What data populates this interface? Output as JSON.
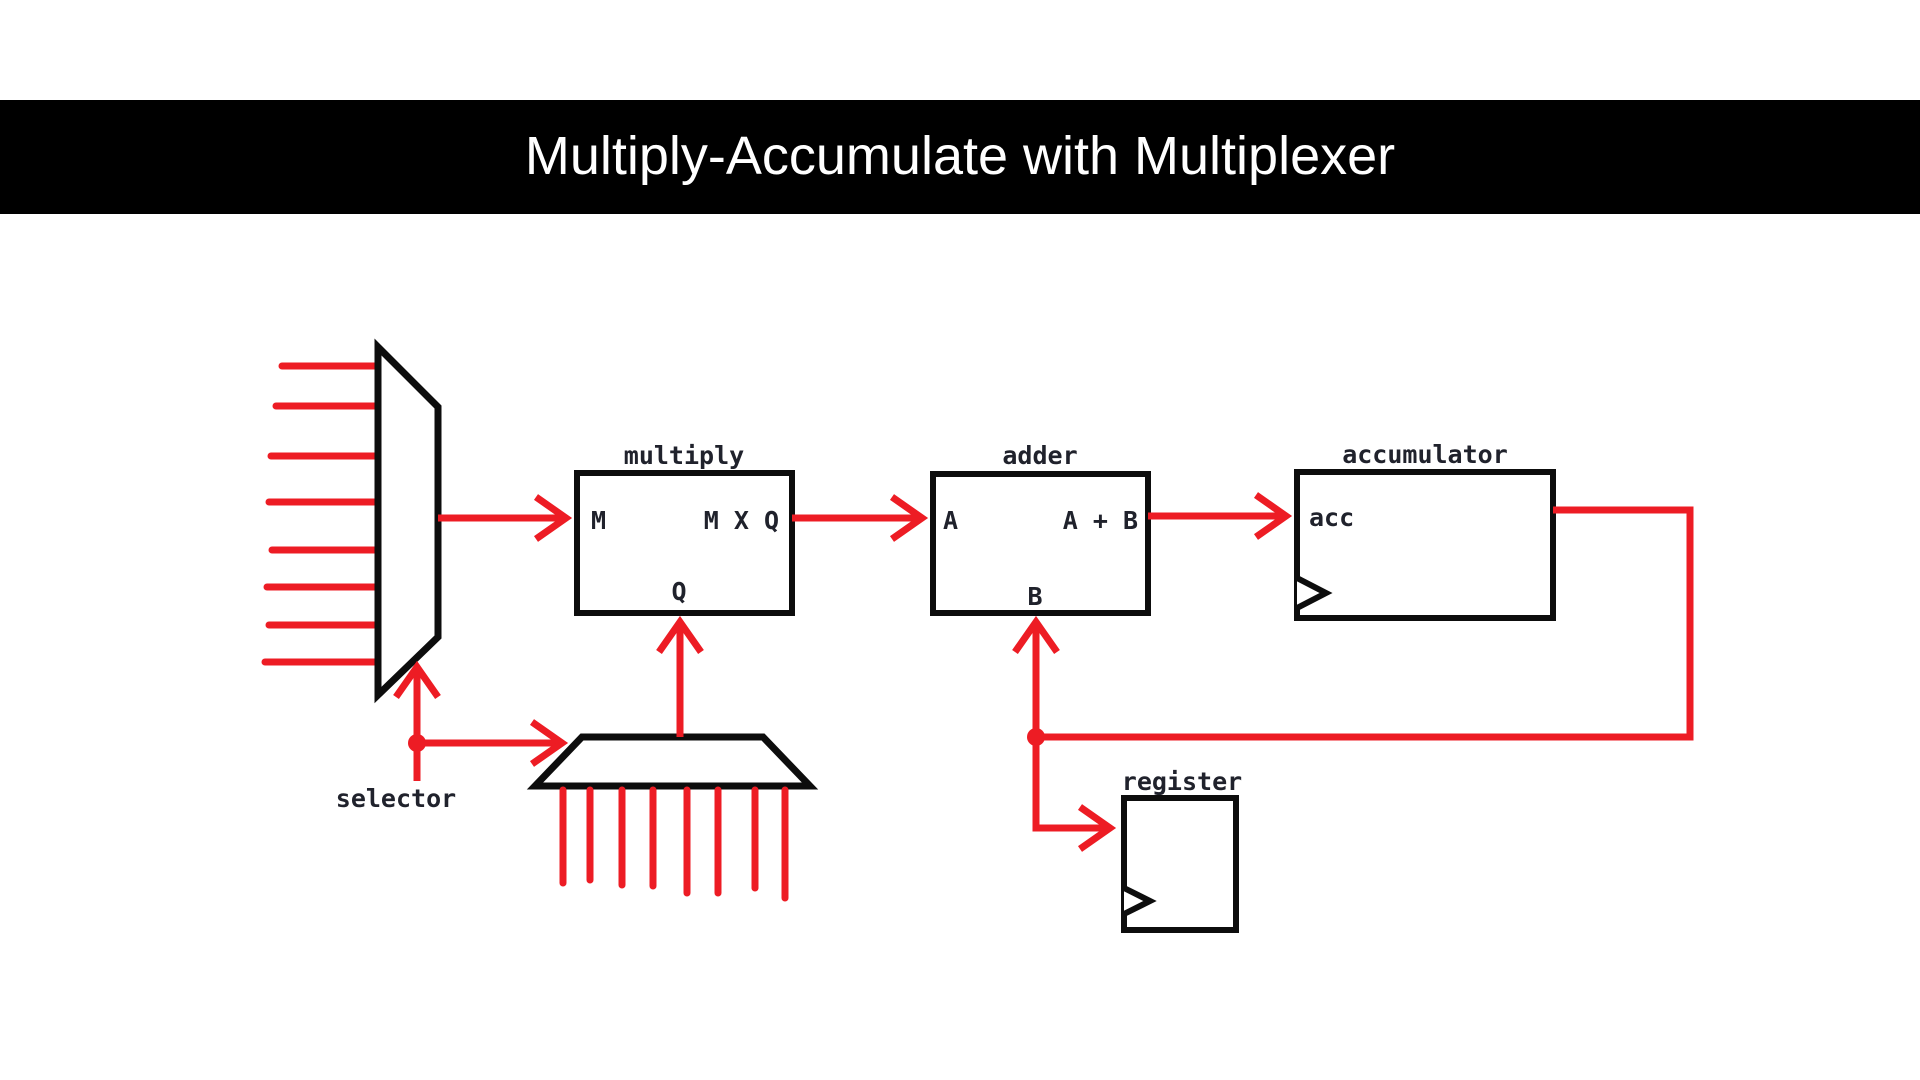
{
  "title": "Multiply-Accumulate with Multiplexer",
  "colors": {
    "bg": "#ffffff",
    "bar_bg": "#000000",
    "bar_text": "#ffffff",
    "wire": "#ed1c24",
    "outline": "#0d0d0d",
    "label": "#20222c"
  },
  "mux": {
    "selector_label": "selector",
    "input_count": 8
  },
  "splitter": {
    "output_count": 8
  },
  "blocks": {
    "multiply": {
      "label": "multiply",
      "port_m": "M",
      "port_out": "M X Q",
      "port_q": "Q"
    },
    "adder": {
      "label": "adder",
      "port_a": "A",
      "port_out": "A + B",
      "port_b": "B"
    },
    "accumulator": {
      "label": "accumulator",
      "port_acc": "acc"
    },
    "register": {
      "label": "register"
    }
  }
}
